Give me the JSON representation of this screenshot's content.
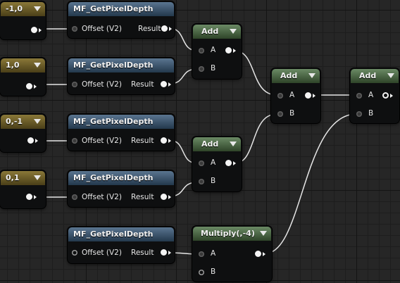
{
  "editor": {
    "type": "material-graph"
  },
  "params": [
    {
      "label": "-1,0"
    },
    {
      "label": "1,0"
    },
    {
      "label": "0,-1"
    },
    {
      "label": "0,1"
    }
  ],
  "functions": [
    {
      "title": "MF_GetPixelDepth",
      "input": "Offset (V2)",
      "output": "Result"
    },
    {
      "title": "MF_GetPixelDepth",
      "input": "Offset (V2)",
      "output": "Result"
    },
    {
      "title": "MF_GetPixelDepth",
      "input": "Offset (V2)",
      "output": "Result"
    },
    {
      "title": "MF_GetPixelDepth",
      "input": "Offset (V2)",
      "output": "Result"
    },
    {
      "title": "MF_GetPixelDepth",
      "input": "Offset (V2)",
      "output": "Result"
    }
  ],
  "math_nodes": [
    {
      "title": "Add",
      "a": "A",
      "b": "B"
    },
    {
      "title": "Add",
      "a": "A",
      "b": "B"
    },
    {
      "title": "Add",
      "a": "A",
      "b": "B"
    },
    {
      "title": "Add",
      "a": "A",
      "b": "B"
    },
    {
      "title": "Multiply(,-4)",
      "a": "A",
      "b": "B"
    }
  ],
  "colors": {
    "param_header": "#8a7838",
    "function_header": "#5a7590",
    "math_header": "#6a8a64",
    "wire": "#e6e6e6",
    "background": "#262626"
  }
}
